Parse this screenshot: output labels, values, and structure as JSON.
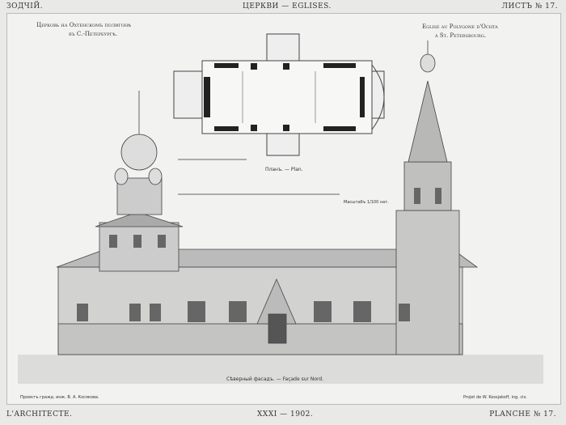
{
  "header": {
    "left": "ЗОДЧІЙ.",
    "center": "ЦЕРКВИ — EGLISES.",
    "right": "ЛИСТЪ № 17."
  },
  "title_ru": {
    "line1": "Церковь на Охтенскомъ полигонѣ",
    "line2": "въ С.-Петербургѣ."
  },
  "title_fr": {
    "line1": "Eglise au Polygone d'Ochta",
    "line2": "à St. Petersbourg."
  },
  "plan_caption": "Планъ. — Plan.",
  "scale_caption": "Масштабъ 1/100 нат.",
  "facade_caption": "Сѣверный фасадъ. — Façade sur Nord.",
  "credit_ru": "Проектъ гражд. инж. В. А. Косякова.",
  "credit_fr": "Projet de W. Kossjakoff, ing. civ.",
  "footer": {
    "left": "L'ARCHITECTE.",
    "center": "XXXI — 1902.",
    "right": "PLANCHE № 17."
  }
}
